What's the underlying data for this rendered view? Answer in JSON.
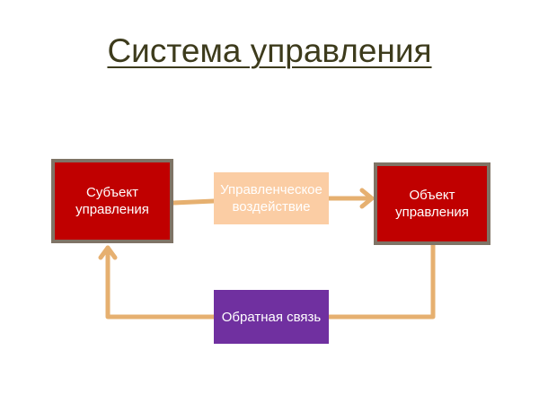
{
  "title": "Система управления",
  "nodes": {
    "subject": "Субъект управления",
    "action": "Управленческое воздействие",
    "object": "Объект управления",
    "feedback": "Обратная связь"
  },
  "colors": {
    "arrow": "#e8b26e",
    "red": "#c00000",
    "purple": "#7030a0",
    "peach": "#fbcda4"
  }
}
